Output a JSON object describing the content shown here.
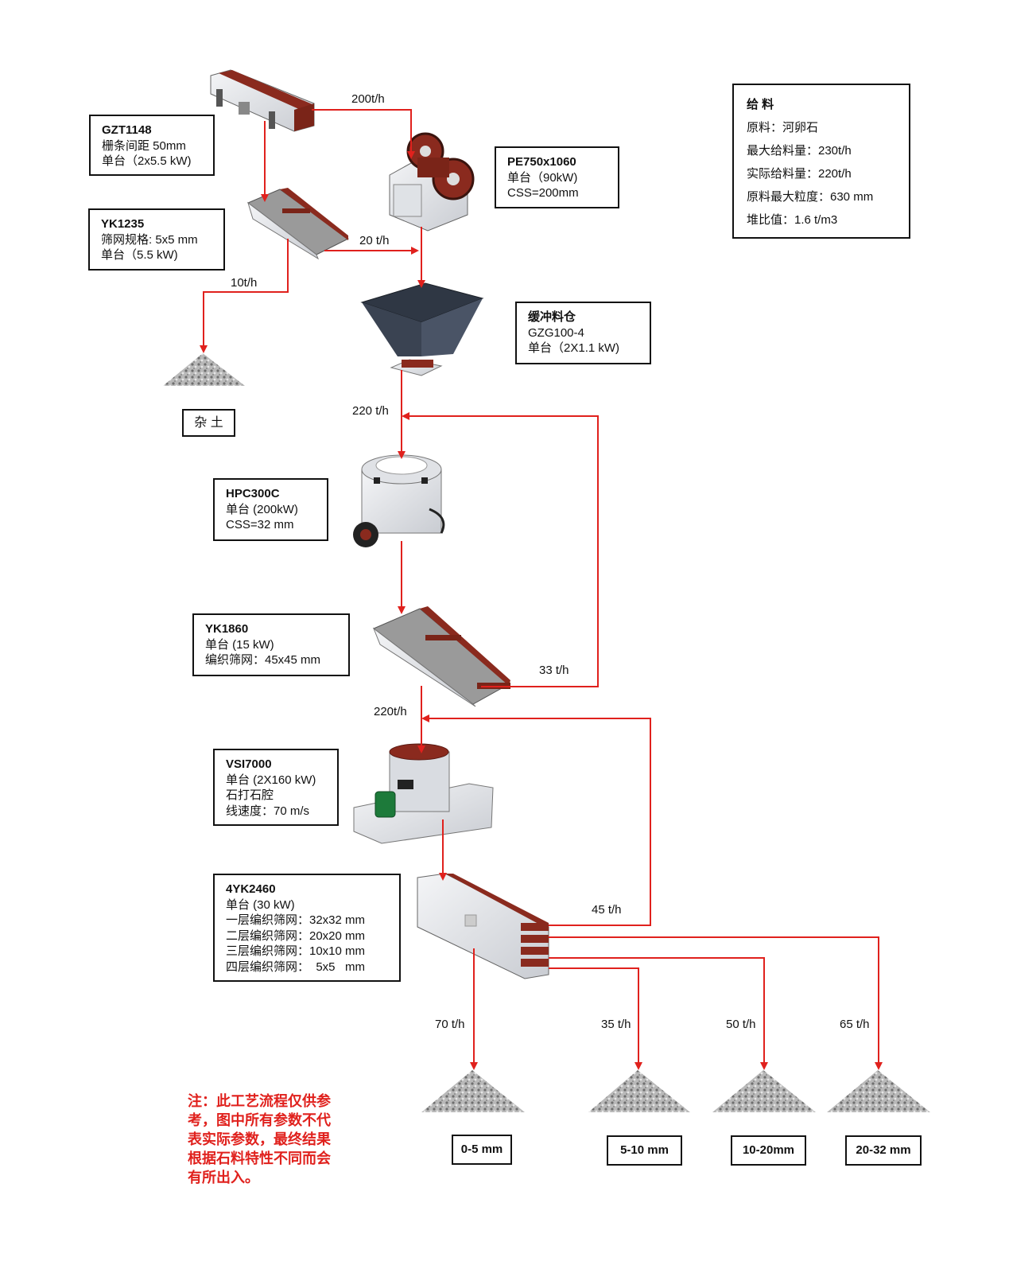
{
  "equipment": {
    "gzt1148": {
      "title": "GZT1148",
      "lines": [
        "栅条间距 50mm",
        "单台（2x5.5 kW)"
      ]
    },
    "pe750": {
      "title": "PE750x1060",
      "lines": [
        "单台（90kW)",
        "CSS=200mm"
      ]
    },
    "yk1235": {
      "title": "YK1235",
      "lines": [
        "筛网规格: 5x5 mm",
        "单台（5.5 kW)"
      ]
    },
    "buffer_bin": {
      "title": "缓冲料仓",
      "lines": [
        "GZG100-4",
        "单台（2X1.1 kW)"
      ]
    },
    "hpc300c": {
      "title": "HPC300C",
      "lines": [
        "单台 (200kW)",
        "CSS=32 mm"
      ]
    },
    "yk1860": {
      "title": "YK1860",
      "lines": [
        "单台 (15 kW)",
        "编织筛网：45x45 mm"
      ]
    },
    "vsi7000": {
      "title": "VSI7000",
      "lines": [
        "单台 (2X160 kW)",
        "石打石腔",
        "线速度：70 m/s"
      ]
    },
    "yk2460": {
      "title": "4YK2460",
      "lines": [
        "单台 (30 kW)",
        "一层编织筛网：32x32 mm",
        "二层编织筛网：20x20 mm",
        "三层编织筛网：10x10 mm",
        "四层编织筛网：  5x5   mm"
      ]
    }
  },
  "feed_info": {
    "title": "给 料",
    "lines": [
      "原料：河卵石",
      "最大给料量：230t/h",
      "实际给料量：220t/h",
      "原料最大粒度：630 mm",
      "堆比值：1.6 t/m3"
    ]
  },
  "flows": {
    "f200": "200t/h",
    "f20": "20 t/h",
    "f10": "10t/h",
    "f220a": "220 t/h",
    "f33": "33 t/h",
    "f220b": "220t/h",
    "f45": "45 t/h",
    "f70": "70 t/h",
    "f35": "35 t/h",
    "f50": "50 t/h",
    "f65": "65 t/h"
  },
  "products": {
    "soil": "杂 土",
    "p1": "0-5 mm",
    "p2": "5-10 mm",
    "p3": "10-20mm",
    "p4": "20-32 mm"
  },
  "note": "注：此工艺流程仅供参考，图中所有参数不代表实际参数，最终结果根据石料特性不同而会有所出入。",
  "colors": {
    "arrow": "#e0211d",
    "machine_red": "#8a2a1e",
    "hopper": "#3a4352",
    "frame": "#e8eaee"
  }
}
